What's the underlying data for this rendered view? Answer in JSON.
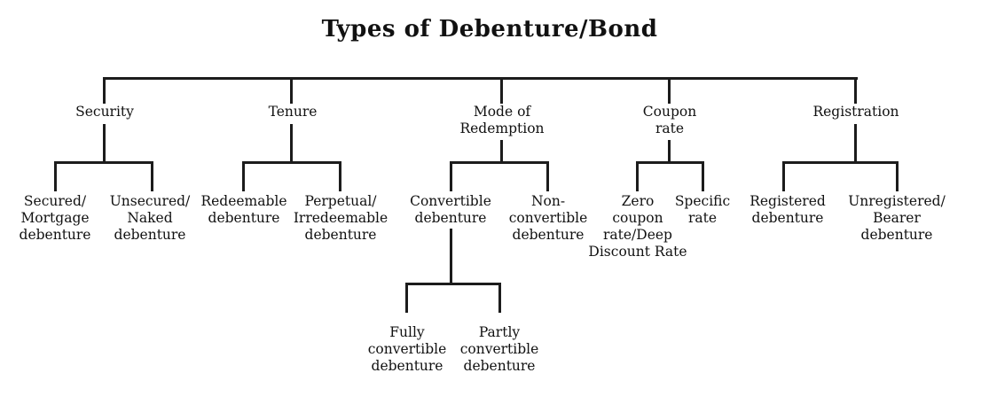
{
  "title": "Types of Debenture/Bond",
  "colors": {
    "line": "#1c1c1c",
    "text": "#111111",
    "background": "#ffffff"
  },
  "diagram": {
    "branches": [
      {
        "label": "Security",
        "children": [
          {
            "label": "Secured/\nMortgage\ndebenture"
          },
          {
            "label": "Unsecured/\nNaked\ndebenture"
          }
        ]
      },
      {
        "label": "Tenure",
        "children": [
          {
            "label": "Redeemable\ndebenture"
          },
          {
            "label": "Perpetual/\nIrredeemable\ndebenture"
          }
        ]
      },
      {
        "label": "Mode of\nRedemption",
        "children": [
          {
            "label": "Convertible\ndebenture",
            "children": [
              {
                "label": "Fully\nconvertible\ndebenture"
              },
              {
                "label": "Partly\nconvertible\ndebenture"
              }
            ]
          },
          {
            "label": "Non-\nconvertible\ndebenture"
          }
        ]
      },
      {
        "label": "Coupon\nrate",
        "children": [
          {
            "label": "Zero\ncoupon\nrate/Deep\nDiscount Rate"
          },
          {
            "label": "Specific\nrate"
          }
        ]
      },
      {
        "label": "Registration",
        "children": [
          {
            "label": "Registered\ndebenture"
          },
          {
            "label": "Unregistered/\nBearer\ndebenture"
          }
        ]
      }
    ]
  }
}
